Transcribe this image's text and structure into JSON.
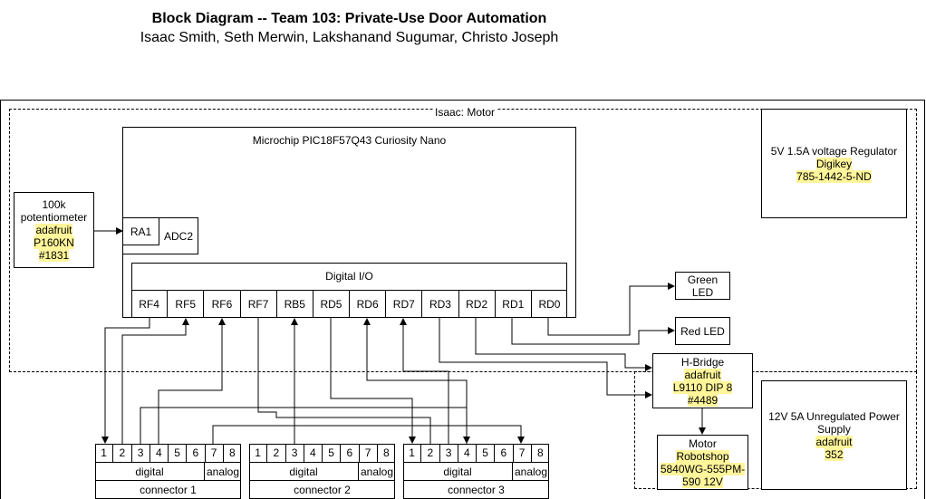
{
  "title": "Block Diagram -- Team 103: Private-Use Door Automation",
  "authors": "Isaac Smith, Seth Merwin, Lakshanand Sugumar, Christo Joseph",
  "region_label": "Isaac: Motor",
  "mcu": {
    "name": "Microchip PIC18F57Q43 Curiosity Nano",
    "ra1": "RA1",
    "adc": "ADC2",
    "dio_label": "Digital I/O",
    "pins": [
      "RF4",
      "RF5",
      "RF6",
      "RF7",
      "RB5",
      "RD5",
      "RD6",
      "RD7",
      "RD3",
      "RD2",
      "RD1",
      "RD0"
    ]
  },
  "potentiometer": {
    "line1": "100k",
    "line2": "potentiometer",
    "vendor": "adafruit",
    "part": "P160KN",
    "id": "#1831"
  },
  "regulator": {
    "line1": "5V 1.5A voltage Regulator",
    "vendor": "Digikey",
    "part": "785-1442-5-ND"
  },
  "green_led": {
    "line1": "Green",
    "line2": "LED"
  },
  "red_led": {
    "label": "Red LED"
  },
  "hbridge": {
    "line1": "H-Bridge",
    "vendor": "adafruit",
    "part": "L9110 DIP 8",
    "id": "#4489"
  },
  "motor": {
    "line1": "Motor",
    "vendor": "Robotshop",
    "part1": "5840WG-555PM-",
    "part2": "590 12V"
  },
  "power": {
    "line1": "12V 5A Unregulated Power",
    "line2": "Supply",
    "vendor": "adafruit",
    "part": "352"
  },
  "connectors": [
    {
      "pins": [
        "1",
        "2",
        "3",
        "4",
        "5",
        "6",
        "7",
        "8"
      ],
      "digital": "digital",
      "analog": "analog",
      "name": "connector 1"
    },
    {
      "pins": [
        "1",
        "2",
        "3",
        "4",
        "5",
        "6",
        "7",
        "8"
      ],
      "digital": "digital",
      "analog": "analog",
      "name": "connector 2"
    },
    {
      "pins": [
        "1",
        "2",
        "3",
        "4",
        "5",
        "6",
        "7",
        "8"
      ],
      "digital": "digital",
      "analog": "analog",
      "name": "connector 3"
    }
  ]
}
